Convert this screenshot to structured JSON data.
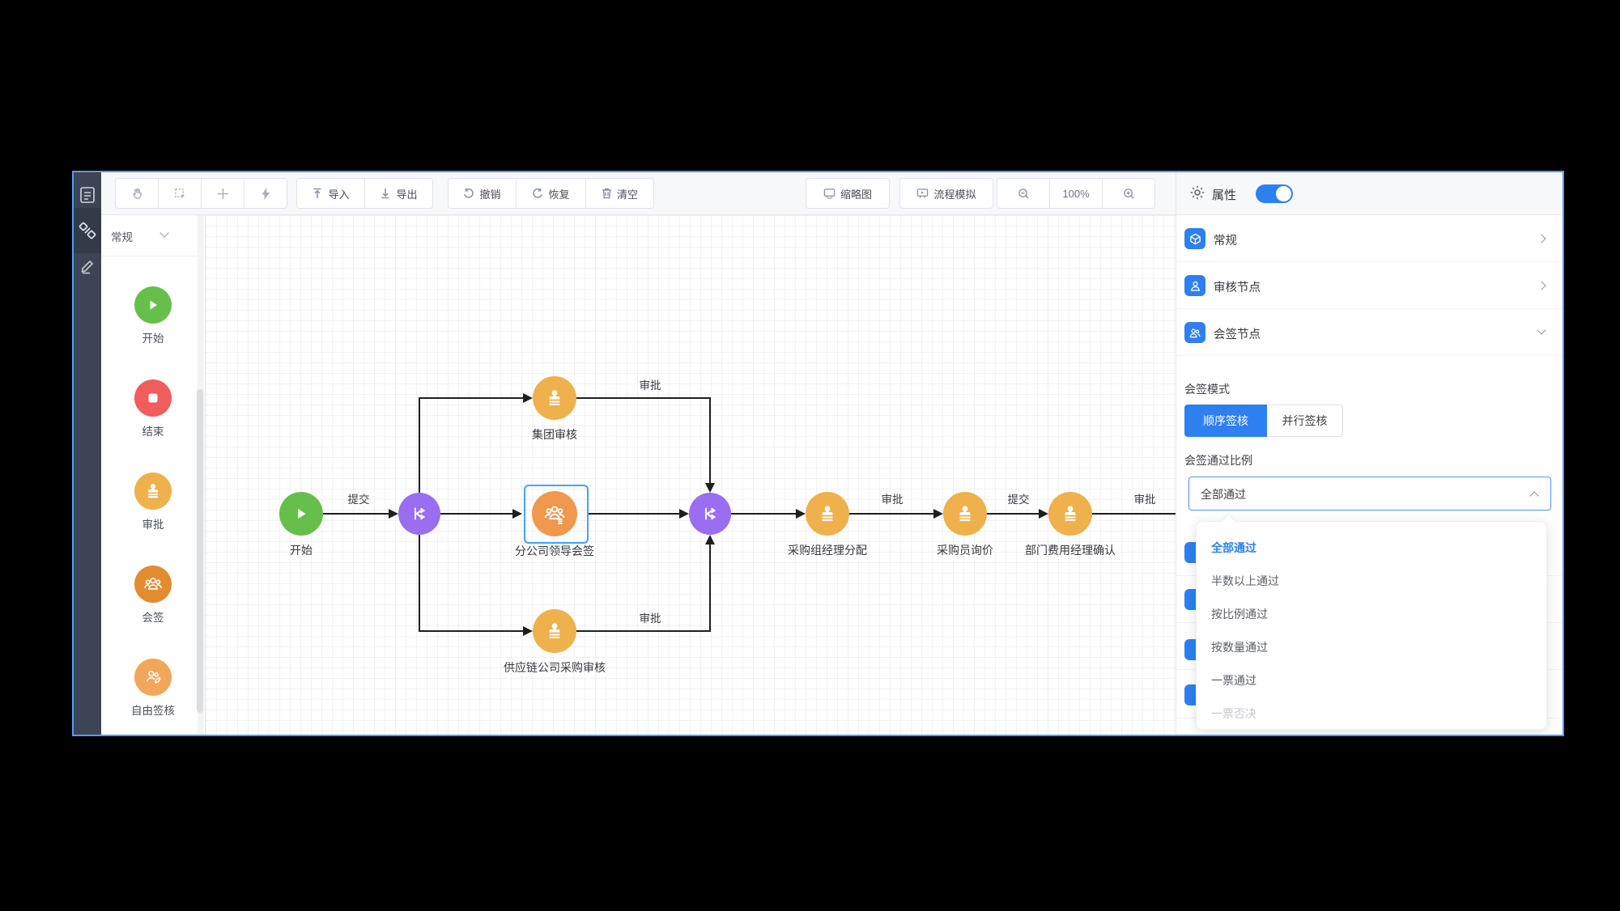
{
  "meta": {
    "accent_blue": "#2e7ff0",
    "gateway_purple": "#9a6df1",
    "start_green": "#67bf4b",
    "end_red": "#f15c5c",
    "approve_gold": "#eeb14c",
    "countersign_orange": "#e08c2f",
    "selected_node_orange": "#f0984d",
    "selection_border": "#41a3ff"
  },
  "activity_bar": {
    "icons": [
      {
        "name": "document-icon"
      },
      {
        "name": "nodes-palette-icon",
        "active": true
      },
      {
        "name": "pencil-icon"
      }
    ]
  },
  "toolbar": {
    "icon_buttons": [
      {
        "name": "hand-tool"
      },
      {
        "name": "marquee-select-tool"
      },
      {
        "name": "fit-center-tool"
      },
      {
        "name": "lightning-tool"
      }
    ],
    "import_label": "导入",
    "export_label": "导出",
    "undo_label": "撤销",
    "redo_label": "恢复",
    "clear_label": "清空",
    "minimap_label": "缩略图",
    "simulate_label": "流程模拟",
    "zoom_level": "100%"
  },
  "palette": {
    "group_label": "常规",
    "items": [
      {
        "type": "start",
        "label": "开始"
      },
      {
        "type": "end",
        "label": "结束"
      },
      {
        "type": "approve",
        "label": "审批"
      },
      {
        "type": "countersign",
        "label": "会签"
      },
      {
        "type": "free-sign",
        "label": "自由签核"
      }
    ]
  },
  "canvas": {
    "nodes": [
      {
        "type": "start",
        "label": "开始"
      },
      {
        "type": "gateway",
        "label": ""
      },
      {
        "type": "approve",
        "label": "集团审核"
      },
      {
        "type": "countersign",
        "label": "分公司领导会签",
        "selected": true
      },
      {
        "type": "approve",
        "label": "供应链公司采购审核"
      },
      {
        "type": "gateway",
        "label": ""
      },
      {
        "type": "approve",
        "label": "采购组经理分配"
      },
      {
        "type": "approve",
        "label": "采购员询价"
      },
      {
        "type": "approve",
        "label": "部门费用经理确认"
      }
    ],
    "edge_labels": [
      {
        "label": "提交"
      },
      {
        "label": "审批"
      },
      {
        "label": "审批"
      },
      {
        "label": "审批"
      },
      {
        "label": "提交"
      },
      {
        "label": "审批"
      }
    ]
  },
  "properties": {
    "title": "属性",
    "sections": [
      {
        "label": "常规",
        "expanded": false
      },
      {
        "label": "审核节点",
        "expanded": false
      },
      {
        "label": "会签节点",
        "expanded": true
      }
    ],
    "countersign_mode_label": "会签模式",
    "mode_options": [
      {
        "label": "顺序签核",
        "selected": true
      },
      {
        "label": "并行签核",
        "selected": false
      }
    ],
    "ratio_label": "会签通过比例",
    "select_value": "全部通过",
    "dropdown_options": [
      {
        "label": "全部通过",
        "selected": true
      },
      {
        "label": "半数以上通过"
      },
      {
        "label": "按比例通过"
      },
      {
        "label": "按数量通过"
      },
      {
        "label": "一票通过"
      },
      {
        "label": "一票否决",
        "disabled": true
      }
    ]
  }
}
